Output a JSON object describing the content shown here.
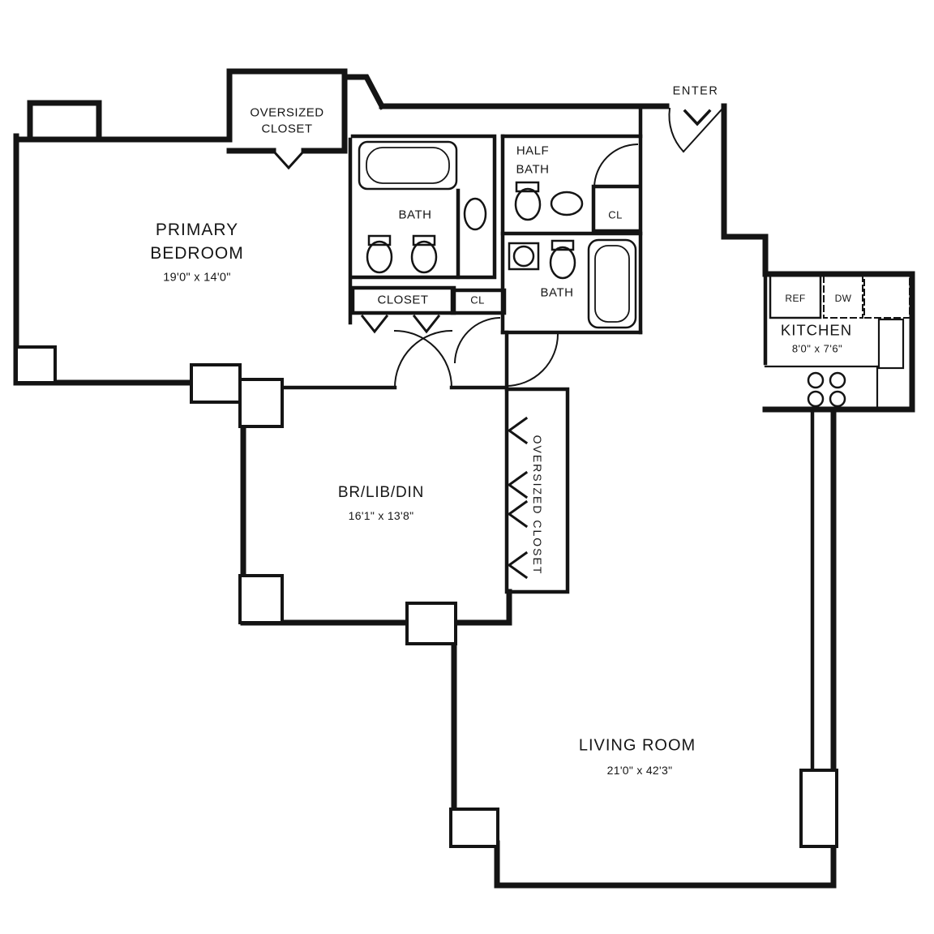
{
  "floorplan": {
    "enter_label": "ENTER",
    "primary_bedroom": {
      "line1": "PRIMARY",
      "line2": "BEDROOM",
      "dims": "19'0\" x 14'0\""
    },
    "oversized_closet_top": {
      "line1": "OVERSIZED",
      "line2": "CLOSET"
    },
    "bath_top": "BATH",
    "half_bath": {
      "line1": "HALF",
      "line2": "BATH"
    },
    "half_bath_closet": "CL",
    "bath_lower": "BATH",
    "closet_mid": "CLOSET",
    "closet_small": "CL",
    "kitchen": {
      "name": "KITCHEN",
      "dims": "8'0\" x 7'6\"",
      "ref": "REF",
      "dw": "DW"
    },
    "br_lib_din": {
      "name": "BR/LIB/DIN",
      "dims": "16'1\" x 13'8\""
    },
    "oversized_closet_side": "OVERSIZED CLOSET",
    "living_room": {
      "name": "LIVING ROOM",
      "dims": "21'0\" x 42'3\""
    }
  }
}
